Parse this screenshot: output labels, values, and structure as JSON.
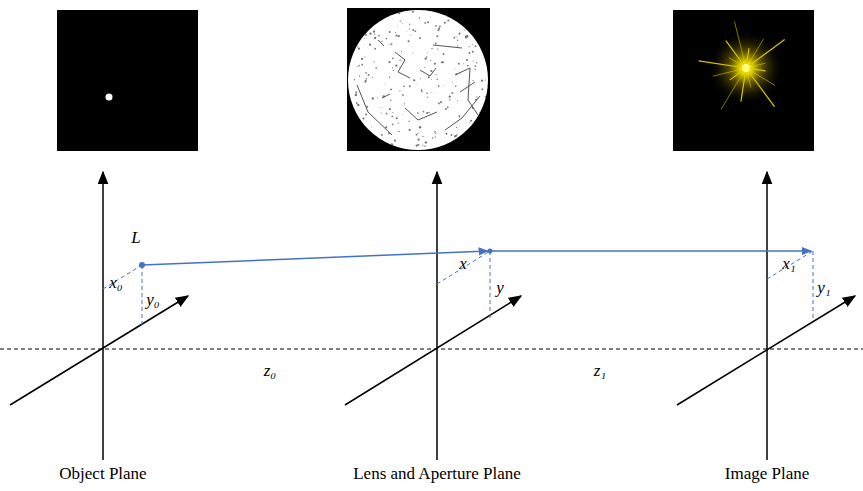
{
  "diagram": {
    "labels": [
      "L",
      "x₀",
      "y₀",
      "z₀",
      "x",
      "y",
      "z₁",
      "x₁",
      "y₁",
      "Object Plane",
      "Lens and Aperture Plane",
      "Image Plane"
    ]
  }
}
